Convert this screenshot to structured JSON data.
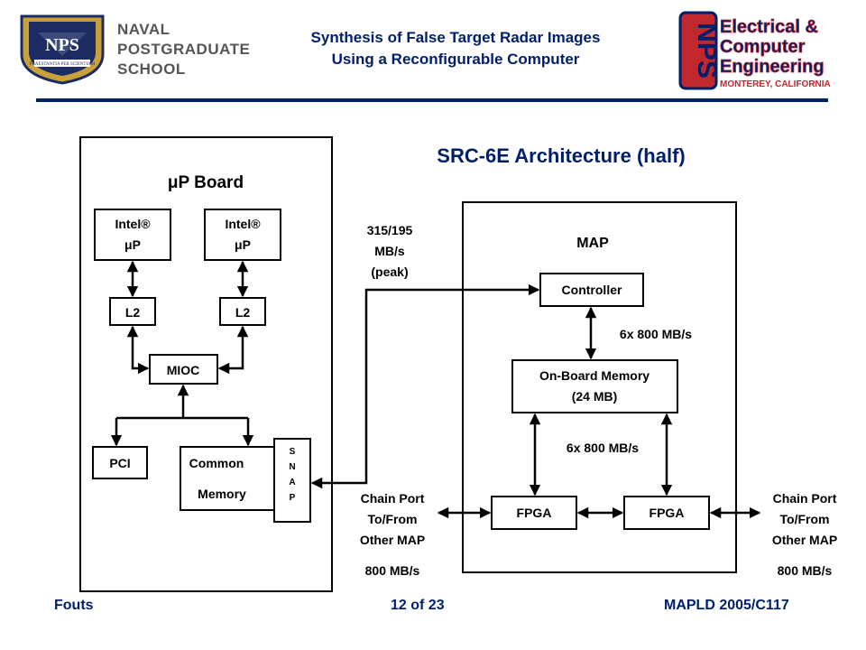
{
  "header": {
    "title_line1": "Synthesis of False Target Radar Images",
    "title_line2": "Using a Reconfigurable Computer",
    "school_line1": "NAVAL",
    "school_line2": "POSTGRADUATE",
    "school_line3": "SCHOOL",
    "seal_text": "NPS",
    "seal_motto": "PRAESTANTIA PER SCIENTIAM",
    "ece_letters": "NPS",
    "ece_line1": "Electrical &",
    "ece_line2": "Computer",
    "ece_line3": "Engineering",
    "ece_line4": "MONTEREY, CALIFORNIA"
  },
  "diagram": {
    "title": "SRC-6E Architecture (half)",
    "up_board": {
      "title": "μP Board",
      "cpu1_l1": "Intel®",
      "cpu1_l2": "μP",
      "cpu2_l1": "Intel®",
      "cpu2_l2": "μP",
      "l2a": "L2",
      "l2b": "L2",
      "mioc": "MIOC",
      "pci": "PCI",
      "mem_l1": "Common",
      "mem_l2": "Memory",
      "snap": [
        "S",
        "N",
        "A",
        "P"
      ]
    },
    "link_l1": "315/195",
    "link_l2": "MB/s",
    "link_l3": "(peak)",
    "map": {
      "title": "MAP",
      "controller": "Controller",
      "bw1": "6x 800 MB/s",
      "obm_l1": "On-Board Memory",
      "obm_l2": "(24 MB)",
      "bw2": "6x 800 MB/s",
      "fpga1": "FPGA",
      "fpga2": "FPGA"
    },
    "chain_left": [
      "Chain Port",
      "To/From",
      "Other MAP"
    ],
    "chain_left_bw": "800 MB/s",
    "chain_right": [
      "Chain Port",
      "To/From",
      "Other MAP"
    ],
    "chain_right_bw": "800 MB/s"
  },
  "footer": {
    "author": "Fouts",
    "page": "12 of 23",
    "conference": "MAPLD 2005/C117"
  },
  "colors": {
    "navy": "#001f6b",
    "gold": "#c9a13b",
    "red": "#c0282d"
  }
}
